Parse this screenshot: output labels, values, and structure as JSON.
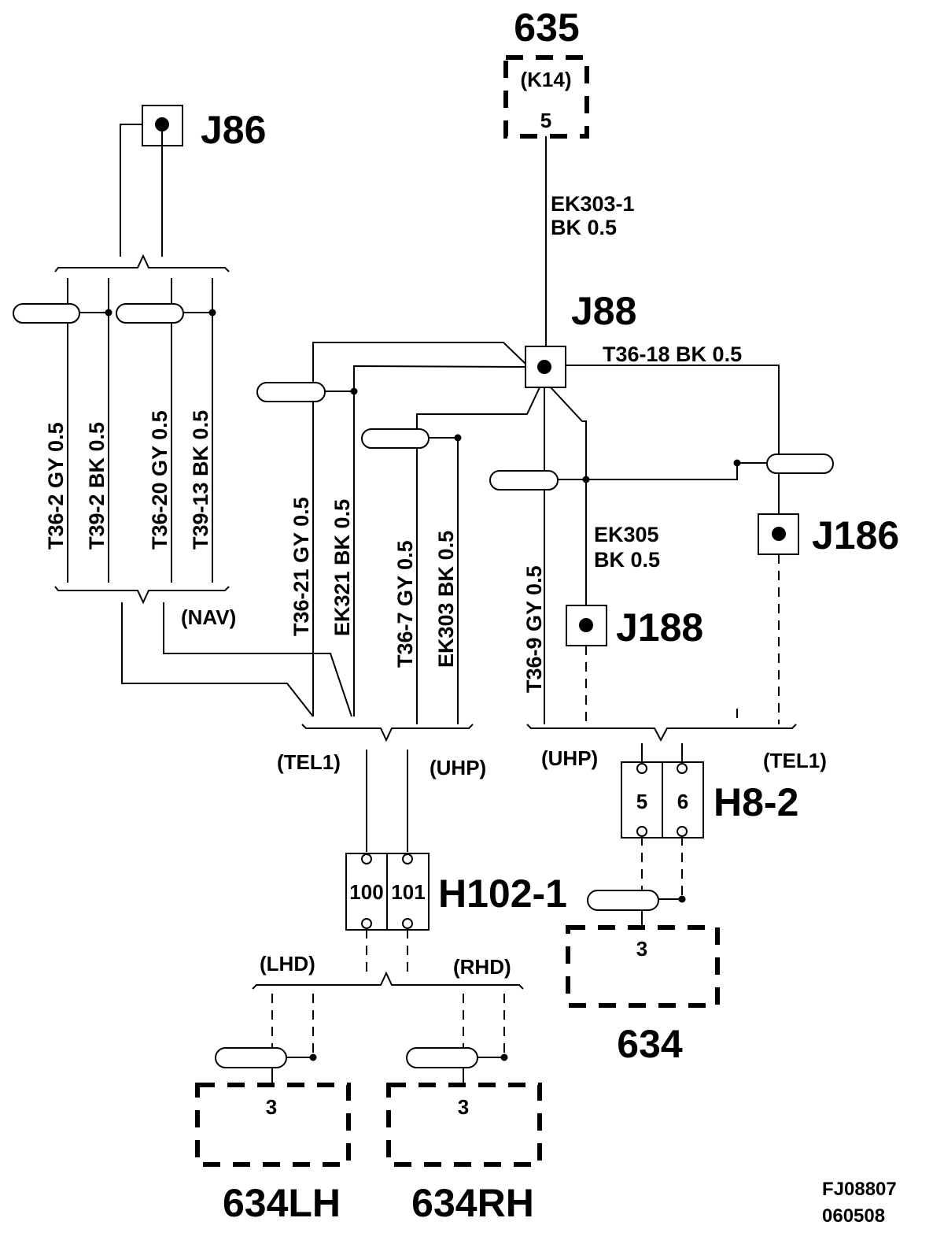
{
  "components": {
    "c635": {
      "id": "635",
      "pin_label": "(K14)",
      "pin": "5"
    },
    "c634": {
      "id": "634",
      "pin": "3"
    },
    "c634lh": {
      "id": "634LH",
      "pin": "3"
    },
    "c634rh": {
      "id": "634RH",
      "pin": "3"
    }
  },
  "splices": {
    "j86": "J86",
    "j88": "J88",
    "j186": "J186",
    "j188": "J188"
  },
  "connectors": {
    "h102": {
      "id": "H102-1",
      "pins": [
        "100",
        "101"
      ]
    },
    "h8": {
      "id": "H8-2",
      "pins": [
        "5",
        "6"
      ]
    }
  },
  "wires": {
    "ek303_1_name": "EK303-1",
    "ek303_1_spec": "BK    0.5",
    "t36_18": "T36-18 BK  0.5",
    "ek305_name": "EK305",
    "ek305_spec": "BK    0.5",
    "t36_2": "T36-2  GY  0.5",
    "t39_2": "T39-2  BK  0.5",
    "t36_20": "T36-20  GY  0.5",
    "t39_13": "T39-13  BK  0.5",
    "t36_21": "T36-21 GY   0.5",
    "ek321": "EK321  BK   0.5",
    "t36_7": "T36-7  GY   0.5",
    "ek303": "EK303   BK   0.5",
    "t36_9": "T36-9   GY   0.5"
  },
  "variants": {
    "nav": "(NAV)",
    "tel1_left": "(TEL1)",
    "uhp_left": "(UHP)",
    "uhp_right": "(UHP)",
    "tel1_right": "(TEL1)",
    "lhd": "(LHD)",
    "rhd": "(RHD)"
  },
  "footer": {
    "code": "FJ08807",
    "date": "060508"
  }
}
